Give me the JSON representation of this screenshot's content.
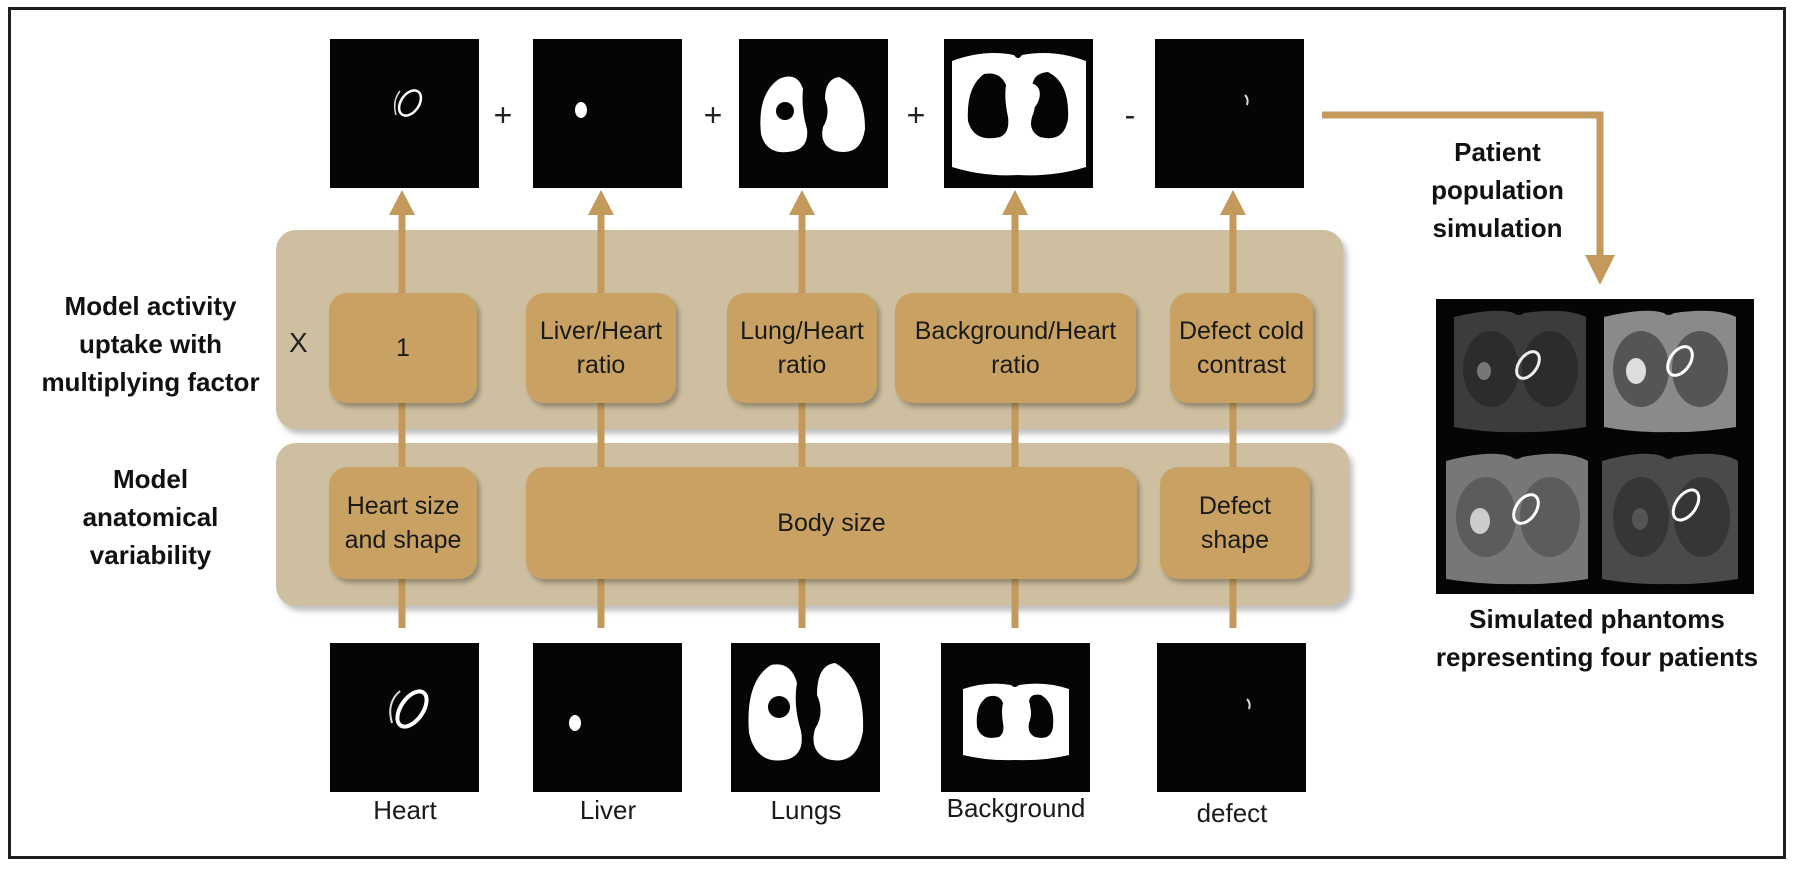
{
  "left_labels": {
    "activity": [
      "Model activity",
      "uptake with",
      "multiplying factor"
    ],
    "anatomy": [
      "Model",
      "anatomical",
      "variability"
    ],
    "multiply_sign": "X"
  },
  "operators": [
    "+",
    "+",
    "+",
    "-"
  ],
  "factor_boxes": [
    [
      "1"
    ],
    [
      "Liver/Heart",
      "ratio"
    ],
    [
      "Lung/Heart",
      "ratio"
    ],
    [
      "Background/Heart",
      "ratio"
    ],
    [
      "Defect cold",
      "contrast"
    ]
  ],
  "anatomy_boxes": [
    [
      "Heart size",
      "and shape"
    ],
    [
      "Body size"
    ],
    [
      "Defect",
      "shape"
    ]
  ],
  "bottom_labels": [
    "Heart",
    "Liver",
    "Lungs",
    "Background",
    "defect"
  ],
  "right_panel": {
    "title": [
      "Patient",
      "population",
      "simulation"
    ],
    "caption": [
      "Simulated phantoms",
      "representing four patients"
    ]
  },
  "colors": {
    "band": "#cdbf9f",
    "box": "#c9a263",
    "arrow": "#c49a5c",
    "frame": "#1e1e1e"
  }
}
